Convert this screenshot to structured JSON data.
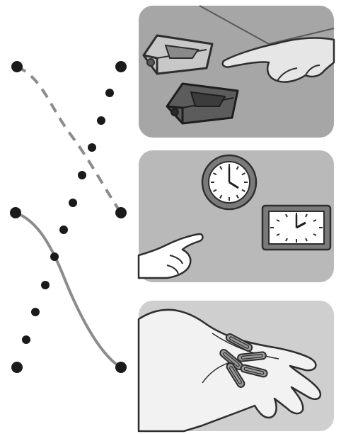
{
  "colors": {
    "background": "#ffffff",
    "panel_fill": "#a9a9a9",
    "panel_light": "#c8c8c8",
    "dot": "#1a1a1a",
    "line": "#8c8c8c",
    "ink": "#3a3a3a"
  },
  "worksheet": {
    "type": "connect-the-dots matching exercise",
    "pictures": [
      "pencil-sharpener-scene",
      "clock-scene",
      "hand-with-paper-clips-scene"
    ],
    "connections": [
      {
        "from_left_dot": 1,
        "to_right_dot": 5,
        "style": "dashed"
      },
      {
        "from_left_dot": 5,
        "to_right_dot": 9,
        "style": "solid"
      }
    ]
  }
}
